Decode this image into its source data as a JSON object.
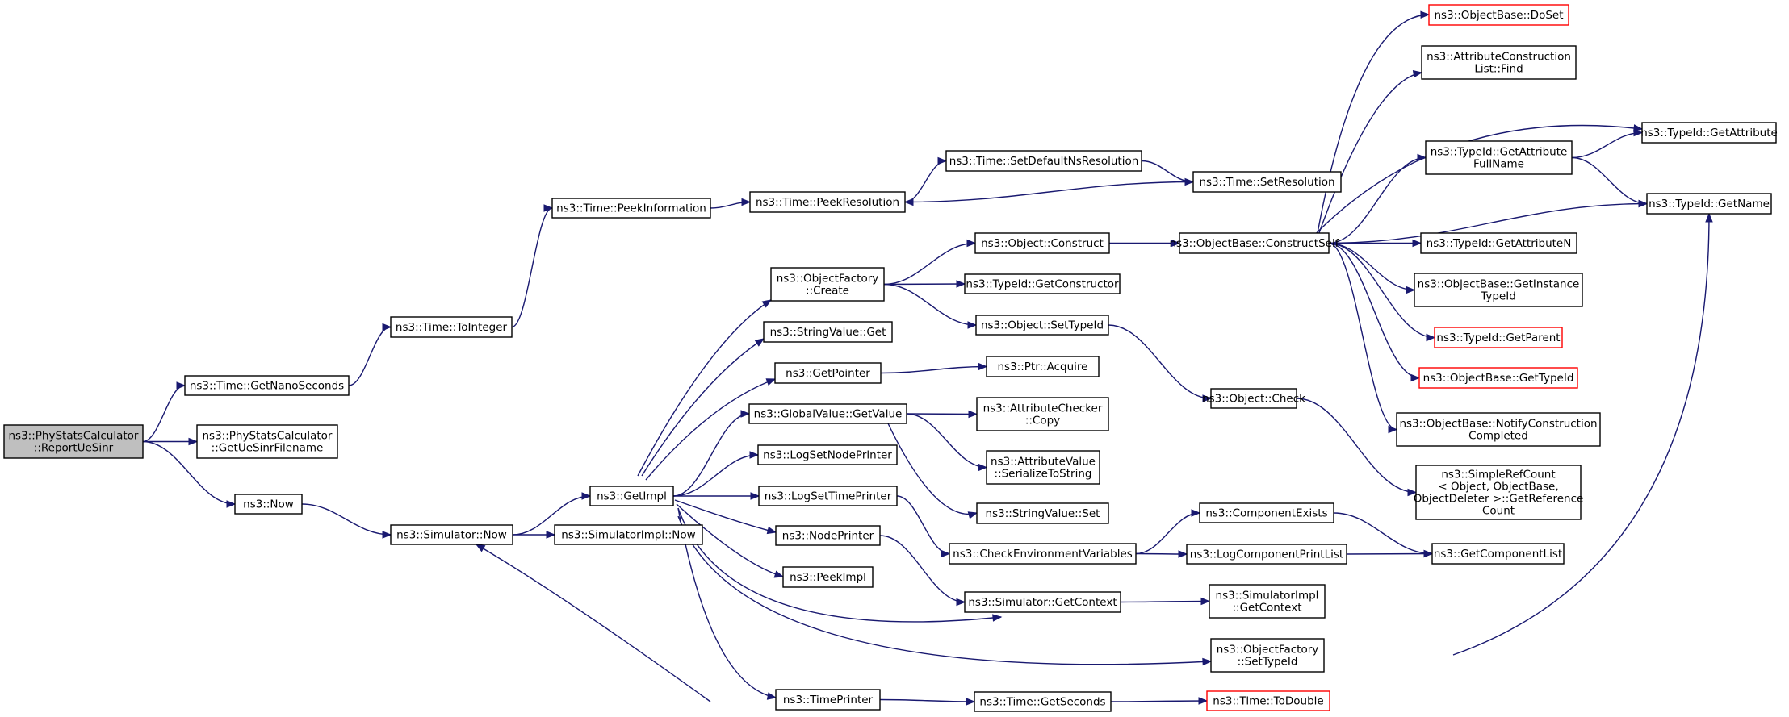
{
  "graph": {
    "title": "",
    "nodes": [
      {
        "id": "n0",
        "label": [
          "ns3::PhyStatsCalculator",
          "::ReportUeSinr"
        ],
        "style": "root"
      },
      {
        "id": "n1",
        "label": [
          "ns3::Time::GetNanoSeconds"
        ],
        "style": "normal"
      },
      {
        "id": "n2",
        "label": [
          "ns3::PhyStatsCalculator",
          "::GetUeSinrFilename"
        ],
        "style": "normal"
      },
      {
        "id": "n3",
        "label": [
          "ns3::Now"
        ],
        "style": "normal"
      },
      {
        "id": "n4",
        "label": [
          "ns3::Time::ToInteger"
        ],
        "style": "normal"
      },
      {
        "id": "n5",
        "label": [
          "ns3::Time::PeekInformation"
        ],
        "style": "normal"
      },
      {
        "id": "n6",
        "label": [
          "ns3::Time::PeekResolution"
        ],
        "style": "normal"
      },
      {
        "id": "n7",
        "label": [
          "ns3::Time::SetDefaultNsResolution"
        ],
        "style": "normal"
      },
      {
        "id": "n8",
        "label": [
          "ns3::Time::SetResolution"
        ],
        "style": "normal"
      },
      {
        "id": "n9",
        "label": [
          "ns3::Simulator::Now"
        ],
        "style": "normal"
      },
      {
        "id": "n10",
        "label": [
          "ns3::GetImpl"
        ],
        "style": "normal"
      },
      {
        "id": "n11",
        "label": [
          "ns3::SimulatorImpl::Now"
        ],
        "style": "normal"
      },
      {
        "id": "n12",
        "label": [
          "ns3::ObjectFactory",
          "::Create"
        ],
        "style": "normal"
      },
      {
        "id": "n13",
        "label": [
          "ns3::StringValue::Get"
        ],
        "style": "normal"
      },
      {
        "id": "n14",
        "label": [
          "ns3::GetPointer"
        ],
        "style": "normal"
      },
      {
        "id": "n15",
        "label": [
          "ns3::GlobalValue::GetValue"
        ],
        "style": "normal"
      },
      {
        "id": "n16",
        "label": [
          "ns3::LogSetNodePrinter"
        ],
        "style": "normal"
      },
      {
        "id": "n17",
        "label": [
          "ns3::LogSetTimePrinter"
        ],
        "style": "normal"
      },
      {
        "id": "n18",
        "label": [
          "ns3::NodePrinter"
        ],
        "style": "normal"
      },
      {
        "id": "n19",
        "label": [
          "ns3::PeekImpl"
        ],
        "style": "normal"
      },
      {
        "id": "n20",
        "label": [
          "ns3::TimePrinter"
        ],
        "style": "normal"
      },
      {
        "id": "n21",
        "label": [
          "ns3::Object::Construct"
        ],
        "style": "normal"
      },
      {
        "id": "n22",
        "label": [
          "ns3::TypeId::GetConstructor"
        ],
        "style": "normal"
      },
      {
        "id": "n23",
        "label": [
          "ns3::Object::SetTypeId"
        ],
        "style": "normal"
      },
      {
        "id": "n24",
        "label": [
          "ns3::Ptr::Acquire"
        ],
        "style": "normal"
      },
      {
        "id": "n25",
        "label": [
          "ns3::AttributeChecker",
          "::Copy"
        ],
        "style": "normal"
      },
      {
        "id": "n26",
        "label": [
          "ns3::AttributeValue",
          "::SerializeToString"
        ],
        "style": "normal"
      },
      {
        "id": "n27",
        "label": [
          "ns3::StringValue::Set"
        ],
        "style": "normal"
      },
      {
        "id": "n28",
        "label": [
          "ns3::CheckEnvironmentVariables"
        ],
        "style": "normal"
      },
      {
        "id": "n29",
        "label": [
          "ns3::Simulator::GetContext"
        ],
        "style": "normal"
      },
      {
        "id": "n30",
        "label": [
          "ns3::Time::GetSeconds"
        ],
        "style": "normal"
      },
      {
        "id": "n31",
        "label": [
          "ns3::ObjectBase::ConstructSelf"
        ],
        "style": "normal"
      },
      {
        "id": "n32",
        "label": [
          "ns3::Object::Check"
        ],
        "style": "normal"
      },
      {
        "id": "n33",
        "label": [
          "ns3::ComponentExists"
        ],
        "style": "normal"
      },
      {
        "id": "n34",
        "label": [
          "ns3::LogComponentPrintList"
        ],
        "style": "normal"
      },
      {
        "id": "n35",
        "label": [
          "ns3::SimulatorImpl",
          "::GetContext"
        ],
        "style": "normal"
      },
      {
        "id": "n36",
        "label": [
          "ns3::ObjectFactory",
          "::SetTypeId"
        ],
        "style": "normal"
      },
      {
        "id": "n37",
        "label": [
          "ns3::Time::ToDouble"
        ],
        "style": "red"
      },
      {
        "id": "n38",
        "label": [
          "ns3::ObjectBase::DoSet"
        ],
        "style": "red"
      },
      {
        "id": "n39",
        "label": [
          "ns3::AttributeConstruction",
          "List::Find"
        ],
        "style": "normal"
      },
      {
        "id": "n40",
        "label": [
          "ns3::TypeId::GetAttribute",
          "FullName"
        ],
        "style": "normal"
      },
      {
        "id": "n41",
        "label": [
          "ns3::TypeId::GetAttributeN"
        ],
        "style": "normal"
      },
      {
        "id": "n42",
        "label": [
          "ns3::ObjectBase::GetInstance",
          "TypeId"
        ],
        "style": "normal"
      },
      {
        "id": "n43",
        "label": [
          "ns3::TypeId::GetParent"
        ],
        "style": "red"
      },
      {
        "id": "n44",
        "label": [
          "ns3::ObjectBase::GetTypeId"
        ],
        "style": "red"
      },
      {
        "id": "n45",
        "label": [
          "ns3::ObjectBase::NotifyConstruction",
          "Completed"
        ],
        "style": "normal"
      },
      {
        "id": "n46",
        "label": [
          "ns3::SimpleRefCount",
          "< Object, ObjectBase,",
          " ObjectDeleter >::GetReference",
          "Count"
        ],
        "style": "normal"
      },
      {
        "id": "n47",
        "label": [
          "ns3::GetComponentList"
        ],
        "style": "normal"
      },
      {
        "id": "n48",
        "label": [
          "ns3::TypeId::GetAttribute"
        ],
        "style": "normal"
      },
      {
        "id": "n49",
        "label": [
          "ns3::TypeId::GetName"
        ],
        "style": "normal"
      }
    ],
    "edges": [
      [
        "n0",
        "n1"
      ],
      [
        "n0",
        "n2"
      ],
      [
        "n0",
        "n3"
      ],
      [
        "n1",
        "n4"
      ],
      [
        "n4",
        "n5"
      ],
      [
        "n5",
        "n6"
      ],
      [
        "n6",
        "n7"
      ],
      [
        "n7",
        "n8"
      ],
      [
        "n8",
        "n6"
      ],
      [
        "n3",
        "n9"
      ],
      [
        "n9",
        "n10"
      ],
      [
        "n9",
        "n11"
      ],
      [
        "n10",
        "n12"
      ],
      [
        "n10",
        "n13"
      ],
      [
        "n10",
        "n14"
      ],
      [
        "n10",
        "n15"
      ],
      [
        "n10",
        "n16"
      ],
      [
        "n10",
        "n17"
      ],
      [
        "n10",
        "n18"
      ],
      [
        "n10",
        "n19"
      ],
      [
        "n10",
        "n20"
      ],
      [
        "n10",
        "n29"
      ],
      [
        "n10",
        "n36"
      ],
      [
        "n12",
        "n21"
      ],
      [
        "n12",
        "n22"
      ],
      [
        "n12",
        "n23"
      ],
      [
        "n14",
        "n24"
      ],
      [
        "n15",
        "n25"
      ],
      [
        "n15",
        "n26"
      ],
      [
        "n15",
        "n27"
      ],
      [
        "n17",
        "n28"
      ],
      [
        "n18",
        "n29"
      ],
      [
        "n20",
        "n9"
      ],
      [
        "n20",
        "n30"
      ],
      [
        "n21",
        "n31"
      ],
      [
        "n23",
        "n32"
      ],
      [
        "n28",
        "n33"
      ],
      [
        "n28",
        "n34"
      ],
      [
        "n33",
        "n47"
      ],
      [
        "n34",
        "n47"
      ],
      [
        "n29",
        "n35"
      ],
      [
        "n30",
        "n37"
      ],
      [
        "n36",
        "n49"
      ],
      [
        "n31",
        "n38"
      ],
      [
        "n31",
        "n39"
      ],
      [
        "n31",
        "n48"
      ],
      [
        "n31",
        "n40"
      ],
      [
        "n31",
        "n49"
      ],
      [
        "n31",
        "n41"
      ],
      [
        "n31",
        "n42"
      ],
      [
        "n31",
        "n43"
      ],
      [
        "n31",
        "n44"
      ],
      [
        "n31",
        "n45"
      ],
      [
        "n32",
        "n46"
      ],
      [
        "n40",
        "n48"
      ],
      [
        "n40",
        "n49"
      ]
    ]
  }
}
